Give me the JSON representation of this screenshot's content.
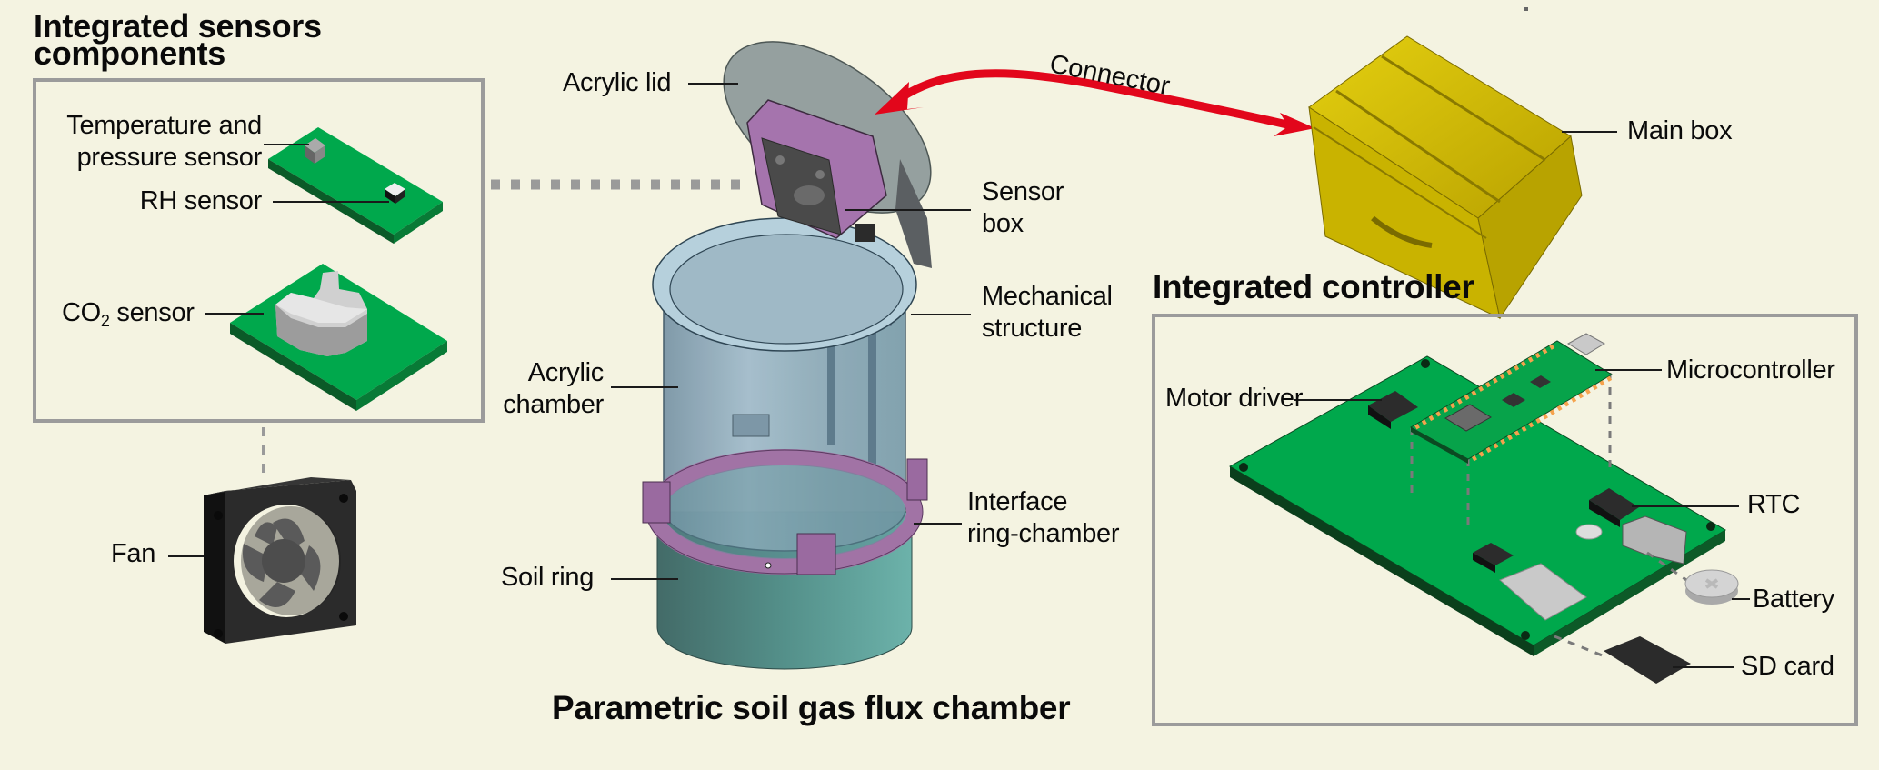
{
  "colors": {
    "background": "#f4f3e1",
    "panel_border": "#9b9b9b",
    "pcb_green": "#00a84c",
    "pcb_dark": "#0b4a22",
    "connector_red": "#e2061b",
    "purple": "#a875ad",
    "acrylic_blue": "#8fb0c0",
    "soil_teal": "#5a9a94",
    "main_box_yellow": "#d9c200",
    "pin_orange": "#f5a34d"
  },
  "sensors_panel": {
    "title_line1": "Integrated sensors",
    "title_line2": "components",
    "labels": {
      "temp_pressure_line1": "Temperature and",
      "temp_pressure_line2": "pressure sensor",
      "rh": "RH sensor",
      "co2_prefix": "CO",
      "co2_sub": "2",
      "co2_suffix": " sensor"
    }
  },
  "fan": {
    "label": "Fan"
  },
  "chamber": {
    "title": "Parametric soil gas flux chamber",
    "labels": {
      "acrylic_lid": "Acrylic lid",
      "sensor_box_line1": "Sensor",
      "sensor_box_line2": "box",
      "mechanical_line1": "Mechanical",
      "mechanical_line2": "structure",
      "acrylic_chamber_line1": "Acrylic",
      "acrylic_chamber_line2": "chamber",
      "interface_line1": "Interface",
      "interface_line2": "ring-chamber",
      "soil_ring": "Soil ring"
    }
  },
  "connector": {
    "label": "Connector"
  },
  "main_box": {
    "label": "Main box"
  },
  "controller_panel": {
    "title": "Integrated controller",
    "labels": {
      "motor_driver": "Motor driver",
      "microcontroller": "Microcontroller",
      "rtc": "RTC",
      "battery": "Battery",
      "sd_card": "SD card"
    }
  }
}
